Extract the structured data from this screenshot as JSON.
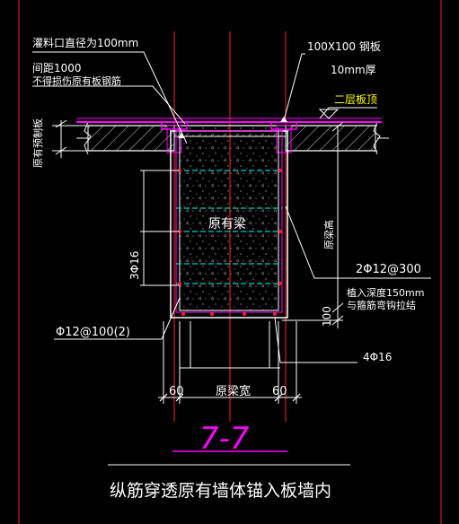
{
  "labels": {
    "grout_hole": "灌料口直径为100mm",
    "spacing": "间距1000",
    "no_damage": "不得损伤原有板钢筋",
    "steel_plate": "100X100 钢板",
    "plate_thickness": "10mm厚",
    "floor_top": "二层板顶",
    "orig_precast": "原有预制板",
    "orig_beam": "原有梁",
    "beam_height": "原梁高",
    "side_bars": "3Φ16",
    "top_bars": "2Φ12@300",
    "anchor_depth": "植入深度150mm",
    "anchor_note": "与箍筋弯钩拉结",
    "height_100": "100",
    "stirrup": "Φ12@100(2)",
    "bottom_bars": "4Φ16",
    "dim_60_left": "60",
    "beam_width": "原梁宽",
    "dim_60_right": "60",
    "section_id": "7-7",
    "caption": "纵筋穿透原有墙体锚入板墙内"
  },
  "colors": {
    "background": "#000000",
    "text": "#ffffff",
    "axis": "#ff2020",
    "rebar": "#ff00ff",
    "concrete": "#ffffff",
    "stirrup": "#00ffff",
    "section_mark": "#ff00ff",
    "highlight": "#ffff00"
  }
}
